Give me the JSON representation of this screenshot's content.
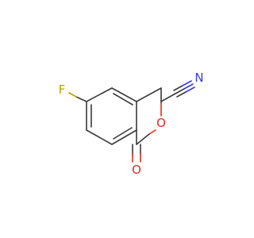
{
  "molecule": {
    "atoms": {
      "fluorine": "F",
      "ring_oxygen": "O",
      "carbonyl_oxygen": "O",
      "nitrile_nitrogen": "N"
    },
    "colors": {
      "carbon_bond": "#3a3a3a",
      "oxygen": "#e8281e",
      "nitrogen": "#3a3ae0",
      "fluorine": "#b8a000"
    }
  }
}
